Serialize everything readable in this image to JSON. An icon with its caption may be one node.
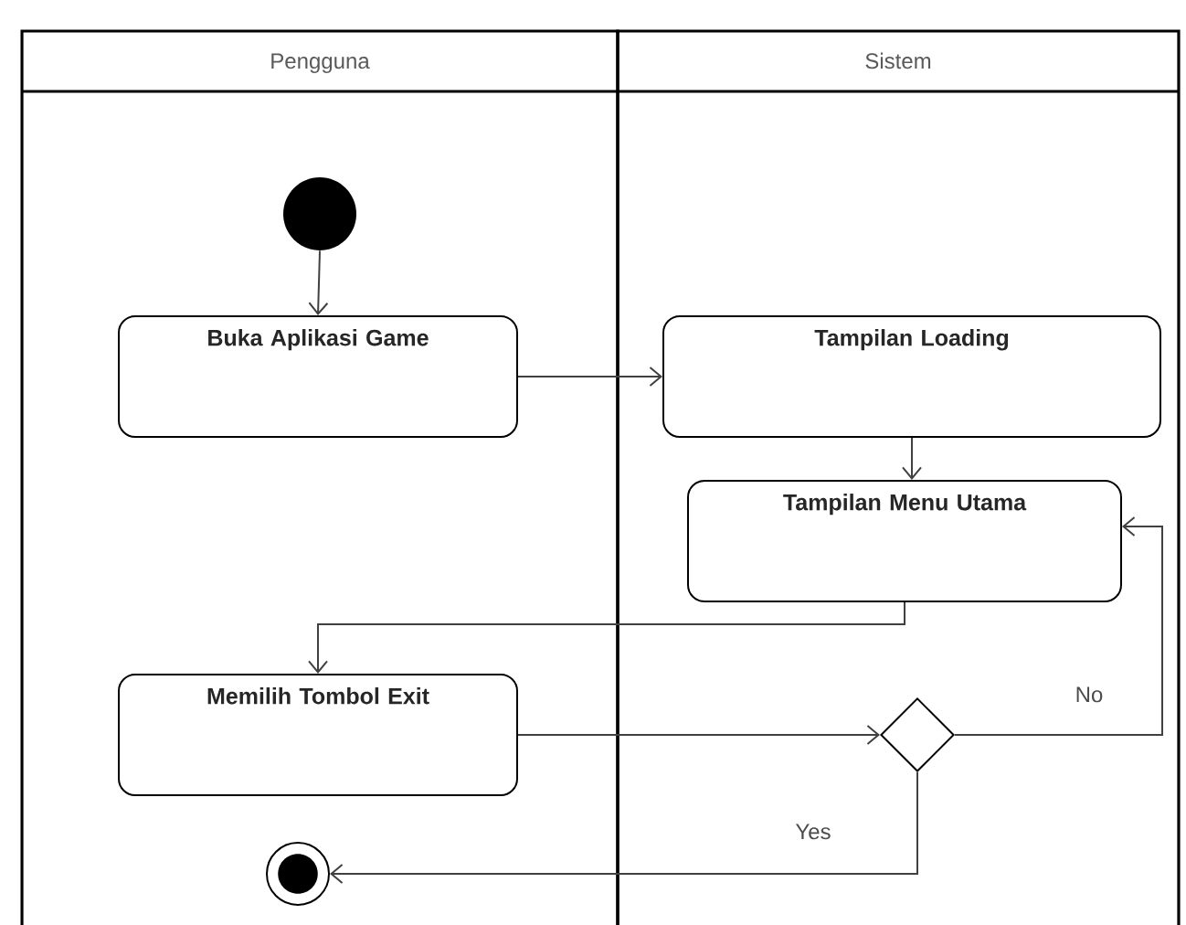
{
  "diagram": {
    "nodes": [
      {
        "text": [
          "Pengguna"
        ]
      },
      {
        "text": [
          "Sistem"
        ]
      },
      {
        "text": [],
        "shape": "circle",
        "in": 0
      },
      {
        "text": [
          "Buka Aplikasi Game"
        ],
        "in": 0
      },
      {
        "text": [
          "Tampilan Loading"
        ],
        "in": 1
      },
      {
        "text": [
          "Tampilan Menu Utama"
        ],
        "in": 1
      },
      {
        "text": [
          "Memilih Tombol Exit"
        ],
        "in": 0
      },
      {
        "text": [],
        "shape": "diamond",
        "in": 1
      },
      {
        "text": [],
        "shape": "circle",
        "in": 0
      }
    ],
    "edges": [
      {
        "from": 2,
        "to": 3,
        "arrow": "to"
      },
      {
        "from": 3,
        "to": 4,
        "arrow": "to"
      },
      {
        "from": 4,
        "to": 5,
        "arrow": "to"
      },
      {
        "from": 5,
        "to": 6,
        "arrow": "to"
      },
      {
        "from": 6,
        "to": 7,
        "arrow": "to"
      },
      {
        "from": 7,
        "to": 5,
        "arrow": "to",
        "label": "No"
      },
      {
        "from": 7,
        "to": 8,
        "arrow": "to",
        "label": "Yes"
      }
    ]
  }
}
